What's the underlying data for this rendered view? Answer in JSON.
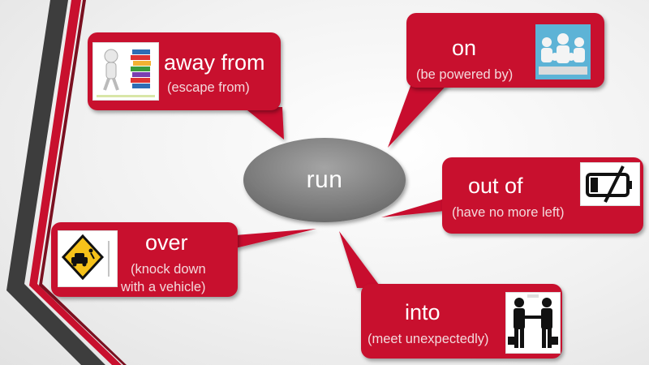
{
  "center": {
    "label": "run"
  },
  "phrases": {
    "away_from": {
      "word": "away from",
      "meaning": "(escape from)",
      "icon": "books-figure-icon"
    },
    "on": {
      "word": "on",
      "meaning": "(be powered by)",
      "icon": "meeting-people-icon"
    },
    "out_of": {
      "word": "out of",
      "meaning": "(have no more left)",
      "icon": "empty-battery-icon"
    },
    "over": {
      "word": "over",
      "meaning_line1": "(knock down",
      "meaning_line2": "with a vehicle)",
      "icon": "car-hit-sign-icon"
    },
    "into": {
      "word": "into",
      "meaning": "(meet unexpectedly)",
      "icon": "handshake-icon"
    }
  },
  "colors": {
    "bubble": "#c8102e",
    "stripe_dark": "#3d3d3d",
    "stripe_red": "#c8102e",
    "ellipse": "#8a8a8a"
  }
}
